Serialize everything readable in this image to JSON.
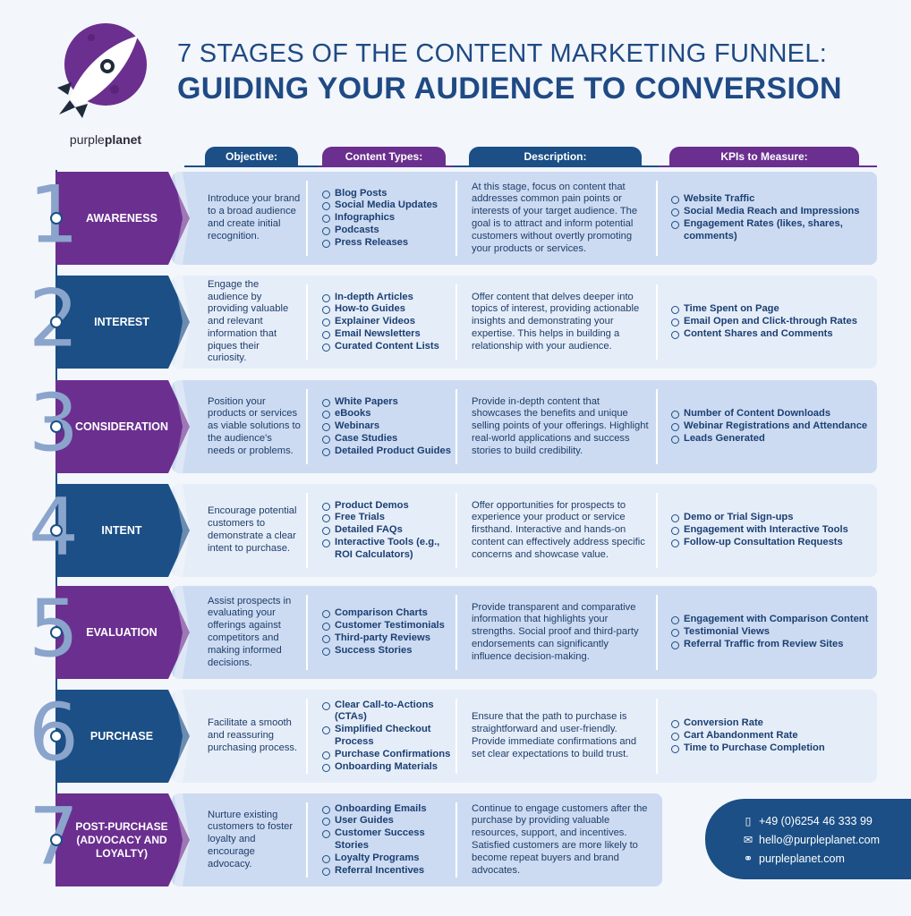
{
  "brand": {
    "name_light": "purple",
    "name_bold": "planet"
  },
  "title": {
    "line1": "7 STAGES OF THE CONTENT MARKETING FUNNEL:",
    "line2": "GUIDING YOUR AUDIENCE TO CONVERSION"
  },
  "columns": {
    "objective": "Objective:",
    "content_types": "Content Types:",
    "description": "Description:",
    "kpis": "KPIs to Measure:"
  },
  "stages": [
    {
      "number": "1",
      "name": "AWARENESS",
      "objective": "Introduce your brand to a broad audience and create initial recognition.",
      "content_types": [
        "Blog Posts",
        "Social Media Updates",
        "Infographics",
        "Podcasts",
        "Press Releases"
      ],
      "description": "At this stage, focus on content that addresses common pain points or interests of your target audience. The goal is to attract and inform potential customers without overtly promoting your products or services.",
      "kpis": [
        "Website Traffic",
        "Social Media Reach and Impressions",
        "Engagement Rates (likes, shares, comments)"
      ]
    },
    {
      "number": "2",
      "name": "INTEREST",
      "objective": "Engage the audience by providing valuable and relevant information that piques their curiosity.",
      "content_types": [
        "In-depth Articles",
        "How-to Guides",
        "Explainer Videos",
        "Email Newsletters",
        "Curated Content Lists"
      ],
      "description": "Offer content that delves deeper into topics of interest, providing actionable insights and demonstrating your expertise. This helps in building a relationship with your audience.",
      "kpis": [
        "Time Spent on Page",
        "Email Open and Click-through Rates",
        "Content Shares and Comments"
      ]
    },
    {
      "number": "3",
      "name": "CONSIDERATION",
      "objective": "Position your products or services as viable solutions to the audience's needs or problems.",
      "content_types": [
        "White Papers",
        "eBooks",
        "Webinars",
        "Case Studies",
        "Detailed Product Guides"
      ],
      "description": "Provide in-depth content that showcases the benefits and unique selling points of your offerings. Highlight real-world applications and success stories to build credibility.",
      "kpis": [
        "Number of Content Downloads",
        "Webinar Registrations and Attendance",
        "Leads Generated"
      ]
    },
    {
      "number": "4",
      "name": "INTENT",
      "objective": "Encourage potential customers to demonstrate a clear intent to purchase.",
      "content_types": [
        "Product Demos",
        "Free Trials",
        "Detailed FAQs",
        "Interactive Tools (e.g., ROI Calculators)"
      ],
      "description": "Offer opportunities for prospects to experience your product or service firsthand. Interactive and hands-on content can effectively address specific concerns and showcase value.",
      "kpis": [
        "Demo or Trial Sign-ups",
        "Engagement with Interactive Tools",
        "Follow-up Consultation Requests"
      ]
    },
    {
      "number": "5",
      "name": "EVALUATION",
      "objective": "Assist prospects in evaluating your offerings against competitors and making informed decisions.",
      "content_types": [
        "Comparison Charts",
        "Customer Testimonials",
        "Third-party Reviews",
        "Success Stories"
      ],
      "description": "Provide transparent and comparative information that highlights your strengths. Social proof and third-party endorsements can significantly influence decision-making.",
      "kpis": [
        "Engagement with Comparison Content",
        "Testimonial Views",
        "Referral Traffic from Review Sites"
      ]
    },
    {
      "number": "6",
      "name": "PURCHASE",
      "objective": "Facilitate a smooth and reassuring purchasing process.",
      "content_types": [
        "Clear Call-to-Actions (CTAs)",
        "Simplified Checkout Process",
        "Purchase Confirmations",
        "Onboarding Materials"
      ],
      "description": "Ensure that the path to purchase is straightforward and user-friendly. Provide immediate confirmations and set clear expectations to build trust.",
      "kpis": [
        "Conversion Rate",
        "Cart Abandonment Rate",
        "Time to Purchase Completion"
      ]
    },
    {
      "number": "7",
      "name": "POST-PURCHASE (ADVOCACY AND LOYALTY)",
      "objective": "Nurture existing customers to foster loyalty and encourage advocacy.",
      "content_types": [
        "Onboarding Emails",
        "User Guides",
        "Customer Success Stories",
        "Loyalty Programs",
        "Referral Incentives"
      ],
      "description": "Continue to engage customers after the purchase by providing valuable resources, support, and incentives. Satisfied customers are more likely to become repeat buyers and brand advocates.",
      "kpis": []
    }
  ],
  "contact": {
    "phone": "+49 (0)6254 46 333 99",
    "email": "hello@purpleplanet.com",
    "website": "purpleplanet.com"
  },
  "colors": {
    "purple": "#6b2f8f",
    "navy": "#1b4f86",
    "card_dark": "#ccdbf1",
    "card_light": "#e5edf8"
  }
}
